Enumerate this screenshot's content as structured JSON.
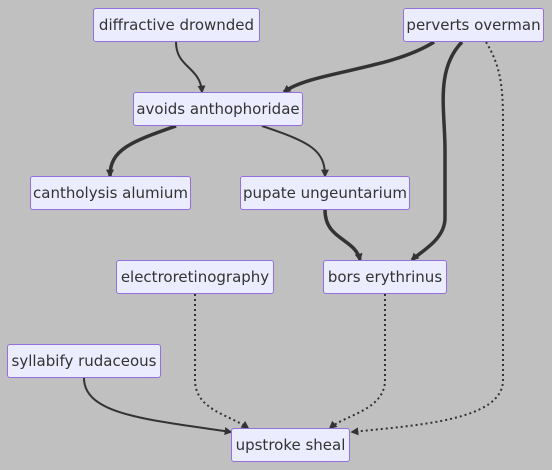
{
  "nodes": {
    "diffractive_drownded": "diffractive drownded",
    "perverts_overman": "perverts overman",
    "avoids_anthophoridae": "avoids anthophoridae",
    "cantholysis_alumium": "cantholysis alumium",
    "pupate_ungeuntarium": "pupate ungeuntarium",
    "electroretinography": "electroretinography",
    "bors_erythrinus": "bors erythrinus",
    "syllabify_rudaceous": "syllabify rudaceous",
    "upstroke_sheal": "upstroke sheal"
  },
  "edges": [
    {
      "from": "diffractive_drownded",
      "to": "avoids_anthophoridae",
      "style": "normal"
    },
    {
      "from": "perverts_overman",
      "to": "avoids_anthophoridae",
      "style": "thick"
    },
    {
      "from": "perverts_overman",
      "to": "bors_erythrinus",
      "style": "thick"
    },
    {
      "from": "perverts_overman",
      "to": "upstroke_sheal",
      "style": "dotted"
    },
    {
      "from": "avoids_anthophoridae",
      "to": "cantholysis_alumium",
      "style": "thick"
    },
    {
      "from": "avoids_anthophoridae",
      "to": "pupate_ungeuntarium",
      "style": "normal"
    },
    {
      "from": "pupate_ungeuntarium",
      "to": "bors_erythrinus",
      "style": "thick"
    },
    {
      "from": "electroretinography",
      "to": "upstroke_sheal",
      "style": "dotted"
    },
    {
      "from": "bors_erythrinus",
      "to": "upstroke_sheal",
      "style": "dotted"
    },
    {
      "from": "syllabify_rudaceous",
      "to": "upstroke_sheal",
      "style": "normal"
    }
  ],
  "colors": {
    "background": "#c0c0c0",
    "node_fill": "#ececff",
    "node_border": "#9370db",
    "edge": "#333333",
    "text": "#333333"
  }
}
